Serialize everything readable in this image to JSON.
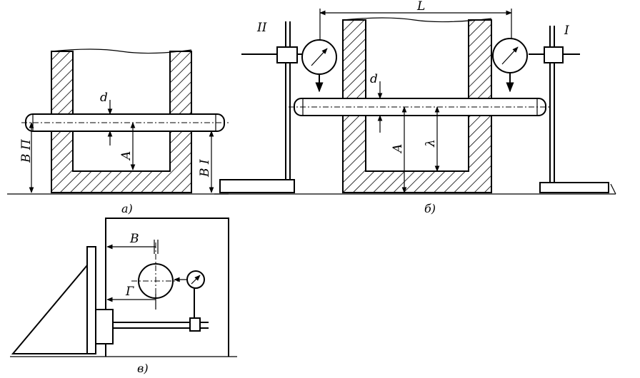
{
  "panel_a": {
    "caption": "а)",
    "labels": {
      "left_dim": "В П",
      "right_dim": "В I",
      "d": "d",
      "A": "A"
    }
  },
  "panel_b": {
    "caption": "б)",
    "labels": {
      "II": "II",
      "I": "I",
      "L": "L",
      "d": "d",
      "A": "A",
      "lambda": "λ"
    }
  },
  "panel_v": {
    "caption": "в)",
    "labels": {
      "B": "В",
      "G": "Г"
    }
  }
}
